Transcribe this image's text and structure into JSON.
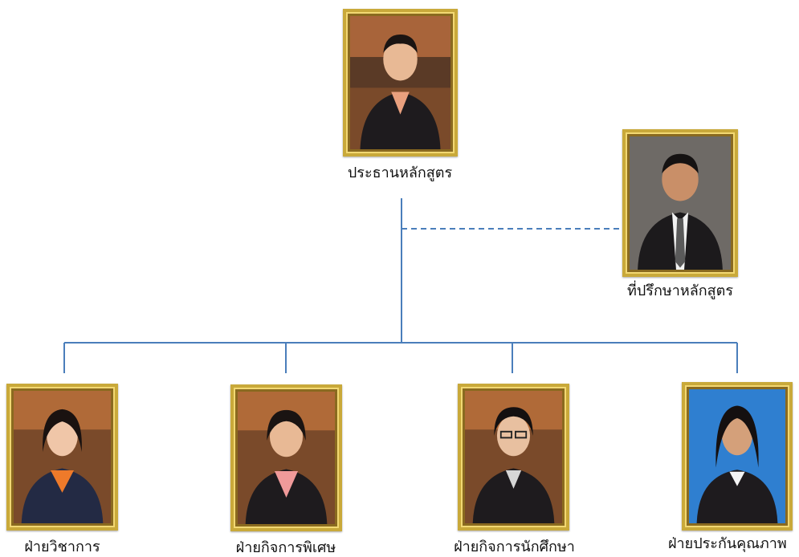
{
  "chart_data": {
    "type": "org-chart",
    "nodes": [
      {
        "id": "chair",
        "label": "ประธานหลักสูตร"
      },
      {
        "id": "advisor",
        "label": "ที่ปรึกษาหลักสูตร"
      },
      {
        "id": "academic",
        "label": "ฝ่ายวิชาการ"
      },
      {
        "id": "special",
        "label": "ฝ่ายกิจการพิเศษ"
      },
      {
        "id": "student",
        "label": "ฝ่ายกิจการนักศึกษา"
      },
      {
        "id": "quality",
        "label": "ฝ่ายประกันคุณภาพ"
      }
    ],
    "edges": [
      {
        "from": "chair",
        "to": "advisor",
        "style": "dashed"
      },
      {
        "from": "chair",
        "to": "academic",
        "style": "solid"
      },
      {
        "from": "chair",
        "to": "special",
        "style": "solid"
      },
      {
        "from": "chair",
        "to": "student",
        "style": "solid"
      },
      {
        "from": "chair",
        "to": "quality",
        "style": "solid"
      }
    ]
  },
  "colors": {
    "line": "#4a7ebb",
    "frame": "#c9a93a"
  }
}
